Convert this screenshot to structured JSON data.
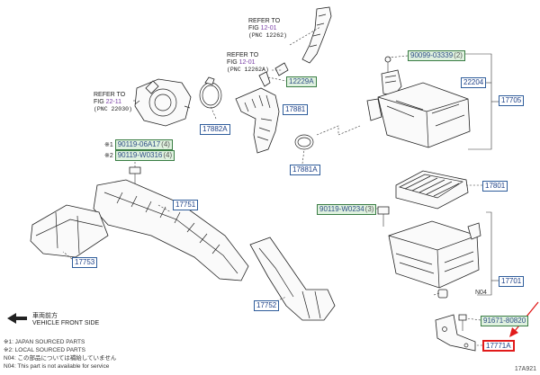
{
  "references": [
    {
      "refer": "REFER TO",
      "fig_prefix": "FIG ",
      "fig": "12-01",
      "pnc": "(PNC 12262)"
    },
    {
      "refer": "REFER TO",
      "fig_prefix": "FIG ",
      "fig": "12-01",
      "pnc": "(PNC 12262A)"
    },
    {
      "refer": "REFER TO",
      "fig_prefix": "FIG ",
      "fig": "22-11",
      "pnc": "(PNC 22030)"
    }
  ],
  "part_labels": {
    "p90099": {
      "text": "90099-03339",
      "qty": "(2)"
    },
    "p22204": {
      "text": "22204"
    },
    "p17705": {
      "text": "17705"
    },
    "p12229A": {
      "text": "12229A"
    },
    "p17881": {
      "text": "17881"
    },
    "p17882A": {
      "text": "17882A"
    },
    "p17881A": {
      "text": "17881A"
    },
    "p90119_06A17": {
      "text": "90119-06A17",
      "qty": "(4)",
      "prefix": "※1"
    },
    "p90119_W0316": {
      "text": "90119-W0316",
      "qty": "(4)",
      "prefix": "※2"
    },
    "p17751": {
      "text": "17751"
    },
    "p17801": {
      "text": "17801"
    },
    "p90119_W0234": {
      "text": "90119-W0234",
      "qty": "(3)"
    },
    "p17753": {
      "text": "17753"
    },
    "p17701": {
      "text": "17701"
    },
    "p17752": {
      "text": "17752"
    },
    "p91671": {
      "text": "91671-80820"
    },
    "p17771A": {
      "text": "17771A"
    },
    "n04": {
      "text": "N04"
    }
  },
  "direction": {
    "jp": "車両前方",
    "en": "VEHICLE FRONT SIDE"
  },
  "legend": [
    {
      "key": "※1",
      "text": ": JAPAN SOURCED PARTS"
    },
    {
      "key": "※2",
      "text": ": LOCAL SOURCED PARTS"
    },
    {
      "key": "N04",
      "text": ": この部品については補給していません"
    },
    {
      "key": "N04",
      "text": ": This part is not available for service"
    }
  ],
  "diagram_code": "17A921",
  "colors": {
    "label_border": "#2f5d9b",
    "label_fill_highlight": "#dff1df",
    "selection": "#e11b1b",
    "fig_link": "#7a3fa6"
  }
}
